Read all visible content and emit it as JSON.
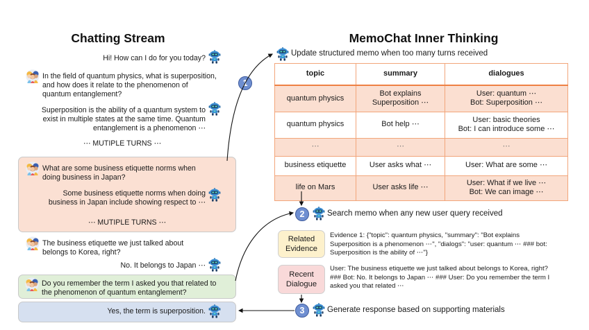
{
  "left": {
    "title": "Chatting Stream",
    "messages": [
      {
        "role": "bot",
        "text": [
          "Hi! How can I do for you today?"
        ]
      },
      {
        "role": "user",
        "text": [
          "In the field of quantum physics, what is superposition,",
          "and how does it relate to the phenomenon of",
          "quantum entanglement?"
        ]
      },
      {
        "role": "bot",
        "text": [
          "Superposition is the ability of a quantum system to",
          "exist in multiple states at the same time. Quantum",
          "entanglement is a phenomenon ⋯"
        ]
      },
      {
        "role": "separator",
        "text": [
          "⋯ MUTIPLE TURNS ⋯"
        ]
      },
      {
        "role": "user",
        "text": [
          "What are some business etiquette norms when",
          "doing business in Japan?"
        ]
      },
      {
        "role": "bot",
        "text": [
          "Some business etiquette norms when doing",
          "business in Japan include showing respect to ⋯"
        ]
      },
      {
        "role": "separator",
        "text": [
          "⋯ MUTIPLE TURNS ⋯"
        ]
      },
      {
        "role": "user",
        "text": [
          "The business etiquette we just talked about",
          "belongs to Korea, right?"
        ]
      },
      {
        "role": "bot",
        "text": [
          "No. It belongs to Japan ⋯"
        ]
      },
      {
        "role": "user",
        "text": [
          "Do you remember the term I asked you that related to",
          "the phenomenon of quantum entanglement?"
        ]
      },
      {
        "role": "bot",
        "text": [
          "Yes, the term is superposition."
        ]
      }
    ]
  },
  "right": {
    "title": "MemoChat Inner Thinking",
    "steps": [
      {
        "number": "1",
        "text": "Update structured memo when too many turns received"
      },
      {
        "number": "2",
        "text": "Search memo when any new user query received"
      },
      {
        "number": "3",
        "text": "Generate response based on supporting materials"
      }
    ],
    "memo_table": {
      "columns": [
        "topic",
        "summary",
        "dialogues"
      ],
      "rows": [
        {
          "topic": "quantum physics",
          "summary": [
            "Bot explains",
            "Superposition ⋯"
          ],
          "dialogues": [
            "User: quantum ⋯",
            "Bot: Superposition ⋯"
          ]
        },
        {
          "topic": "quantum physics",
          "summary": [
            "Bot help ⋯"
          ],
          "dialogues": [
            "User: basic theories",
            "Bot: I can introduce some ⋯"
          ]
        },
        {
          "topic": "⋯",
          "summary": [
            "⋯"
          ],
          "dialogues": [
            "⋯"
          ]
        },
        {
          "topic": "business etiquette",
          "summary": [
            "User asks what ⋯"
          ],
          "dialogues": [
            "User: What are some ⋯"
          ]
        },
        {
          "topic": "life on Mars",
          "summary": [
            "User asks life ⋯"
          ],
          "dialogues": [
            "User: What if we live ⋯",
            "Bot: We can image ⋯"
          ]
        }
      ]
    },
    "related_evidence": {
      "label": [
        "Related",
        "Evidence"
      ],
      "text": [
        "Evidence 1: {\"topic\": quantum physics, \"summary\": \"Bot explains",
        "Superposition is a phenomenon ⋯\", \"dialogs\": \"user: quantum ⋯ ### bot:",
        "Superposition is the ability of ⋯\"}"
      ]
    },
    "recent_dialogue": {
      "label": [
        "Recent",
        "Dialogue"
      ],
      "text": [
        "User: The business etiquette we just talked about belongs to Korea, right?",
        "### Bot: No. It belongs to Japan ⋯ ### User: Do you remember the term I",
        "asked you that related ⋯"
      ]
    }
  },
  "colors": {
    "memo_panel": "#fbe0d3",
    "query_panel": "#e0efd8",
    "response_panel": "#d6e0f0",
    "evidence_tag": "#fdf1cc",
    "dialogue_tag": "#f9d9d9",
    "table_border": "#ee8043",
    "step_circle": "#6f8fd1"
  },
  "icons": {
    "bot": "robot-icon",
    "user": "users-group-icon"
  }
}
